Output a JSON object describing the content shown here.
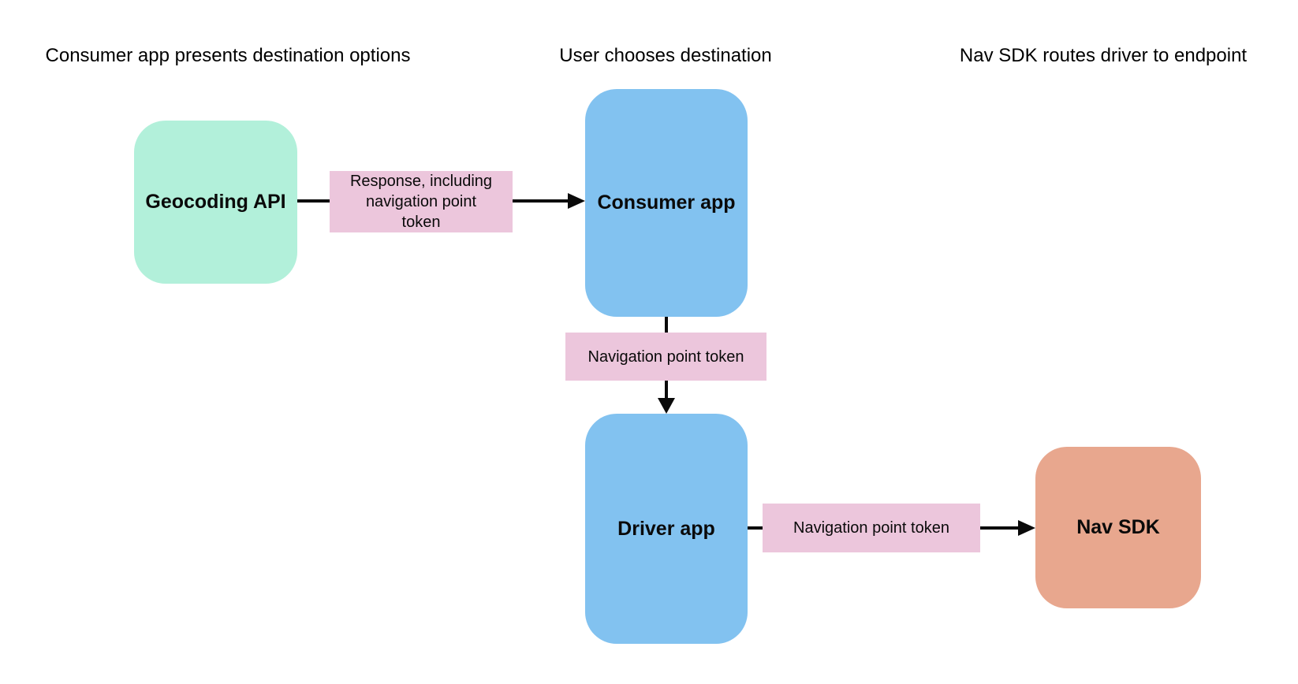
{
  "diagram": {
    "columns": [
      {
        "header": "Consumer app presents destination options"
      },
      {
        "header": "User chooses destination"
      },
      {
        "header": "Nav SDK routes driver to endpoint"
      }
    ],
    "nodes": [
      {
        "id": "geocoding-api",
        "label": "Geocoding API",
        "shape": "rounded-rect",
        "color": "#B2F0DA"
      },
      {
        "id": "consumer-app",
        "label": "Consumer app",
        "shape": "rounded-rect",
        "color": "#82C2F0"
      },
      {
        "id": "driver-app",
        "label": "Driver app",
        "shape": "rounded-rect",
        "color": "#82C2F0"
      },
      {
        "id": "nav-sdk",
        "label": "Nav SDK",
        "shape": "rounded-rect",
        "color": "#E8A78E"
      }
    ],
    "edges": [
      {
        "from": "Geocoding API",
        "to": "Consumer app",
        "direction": "right",
        "label": "Response, including navigation point token",
        "label_color": "#ECC6DC"
      },
      {
        "from": "Consumer app",
        "to": "Driver app",
        "direction": "down",
        "label": "Navigation point token",
        "label_color": "#ECC6DC"
      },
      {
        "from": "Driver app",
        "to": "Nav SDK",
        "direction": "right",
        "label": "Navigation point token",
        "label_color": "#ECC6DC"
      }
    ],
    "colors": {
      "background": "#FFFFFF",
      "connector": "#0A0A0A",
      "text": "#000000"
    }
  }
}
